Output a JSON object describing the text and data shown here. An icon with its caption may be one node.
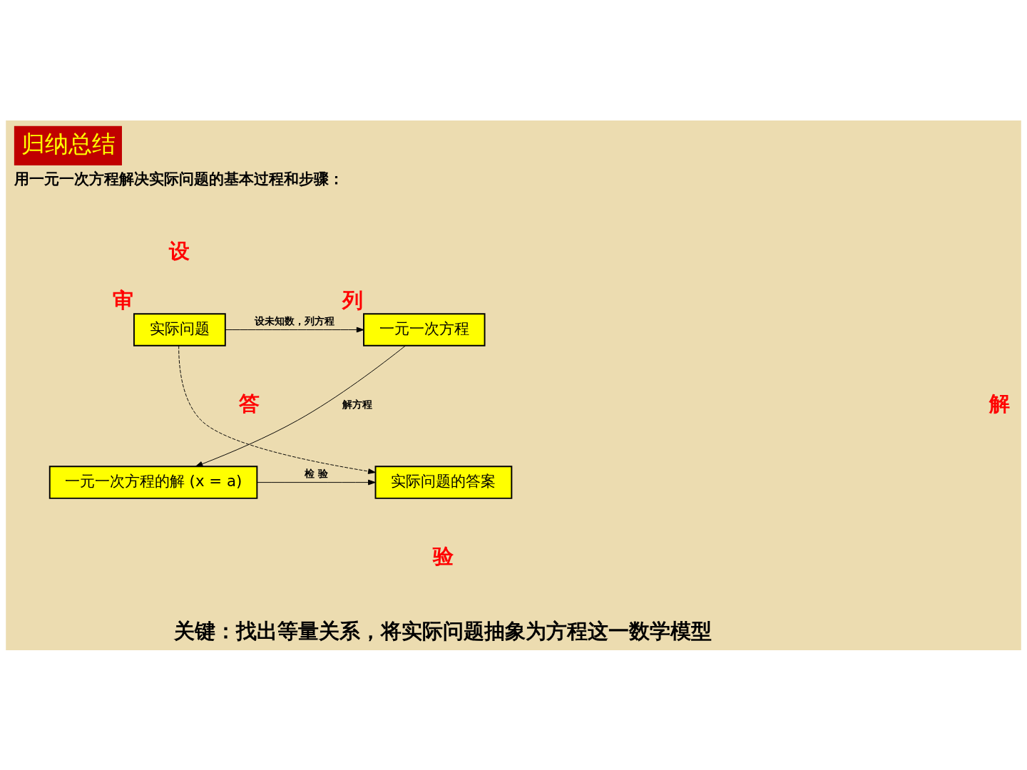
{
  "diagram": {
    "title": "归纳总结",
    "nodes": [
      {
        "text": [
          "实际问题"
        ],
        "beside": [
          "审"
        ]
      },
      {
        "text": [
          "一元一次方程"
        ],
        "beside": [
          "列"
        ]
      },
      {
        "text": [
          "实际问题的答案"
        ]
      },
      {
        "text": [
          "一元一次方程的解 (x = a)"
        ]
      }
    ],
    "edges": [
      {
        "from": 0,
        "to": 1,
        "arrow": "to",
        "label": "设未知数，列方程"
      },
      {
        "from": 1,
        "to": 3,
        "arrow": "to",
        "label": "解方程"
      },
      {
        "from": 3,
        "to": 2,
        "arrow": "to",
        "label": "检 验"
      },
      {
        "from": 0,
        "to": 2,
        "arrow": "to",
        "style": "dashed"
      }
    ],
    "labels": [
      "用一元一次方程解决实际问题的基本过程和步骤：",
      "设",
      "答",
      "解",
      "验",
      "关键：找出等量关系，将实际问题抽象为方程这一数学模型"
    ]
  }
}
